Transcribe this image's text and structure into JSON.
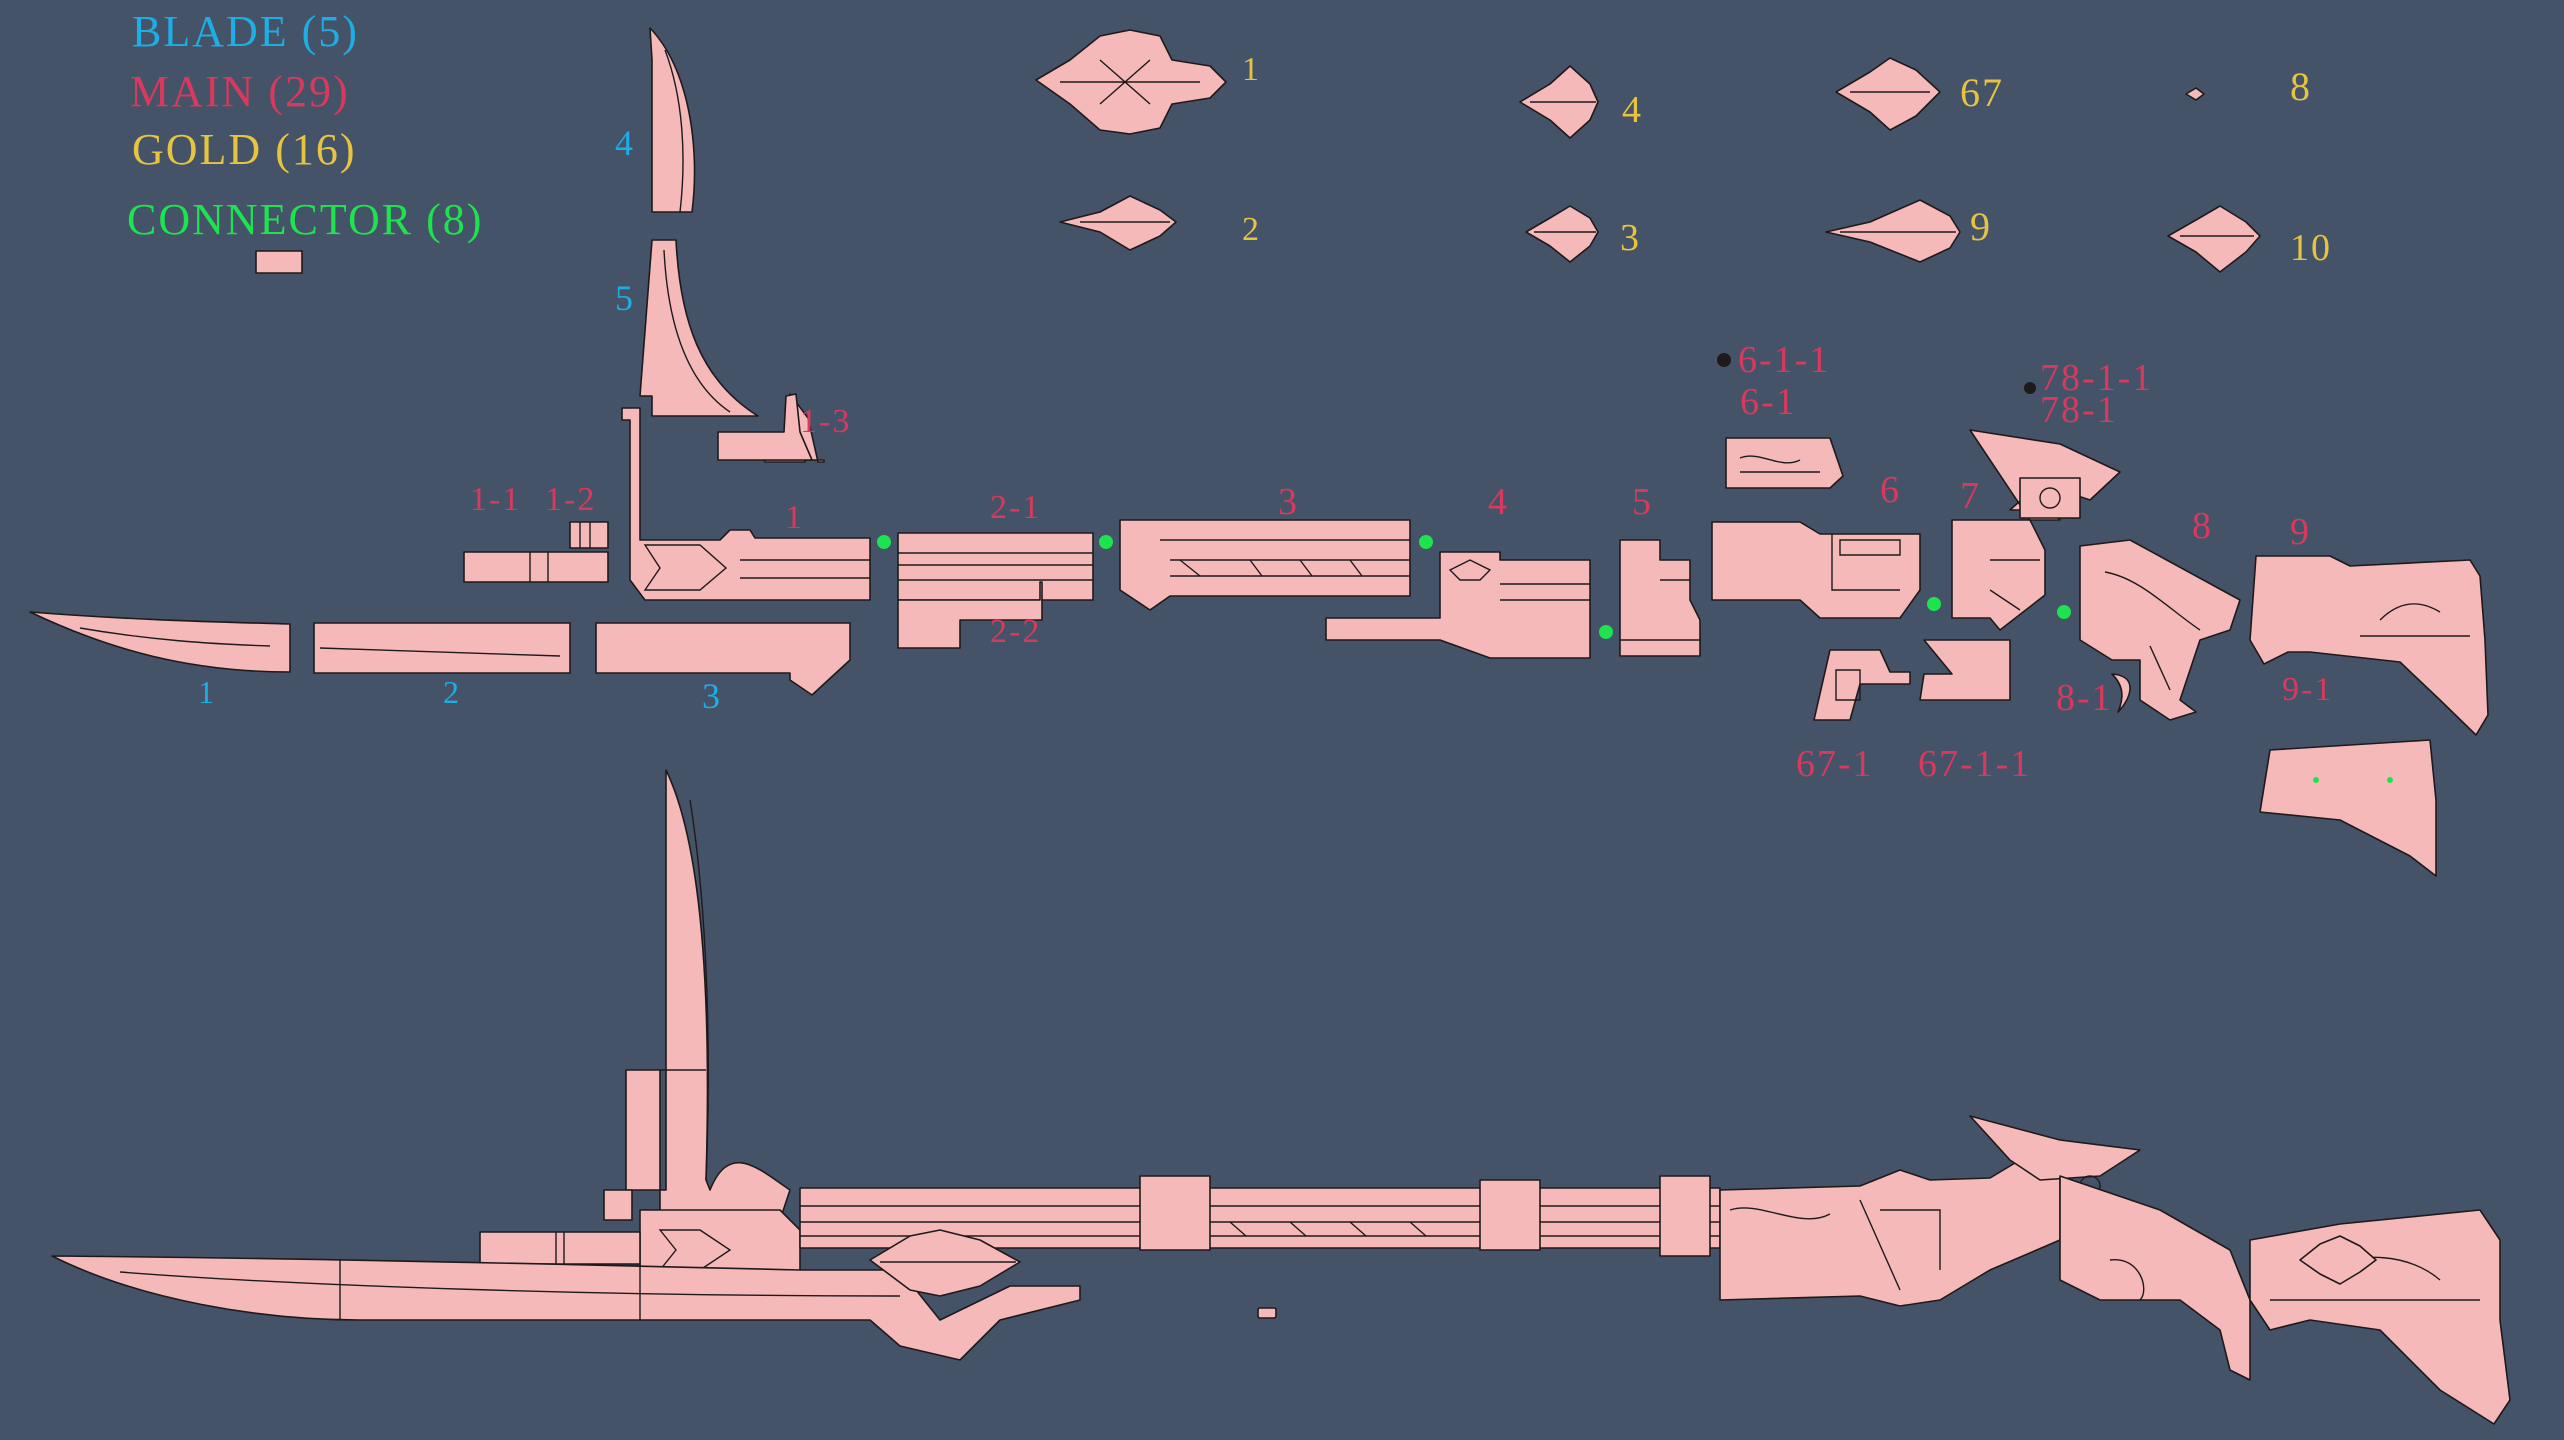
{
  "legend": [
    {
      "key": "blade",
      "text": "BLADE (5)",
      "color": "#1eaee6"
    },
    {
      "key": "main",
      "text": "MAIN (29)",
      "color": "#d8395e"
    },
    {
      "key": "gold",
      "text": "GOLD (16)",
      "color": "#e6c441"
    },
    {
      "key": "connector",
      "text": "CONNECTOR (8)",
      "color": "#1ee34f"
    }
  ],
  "colors": {
    "background": "#445367",
    "part": "#f6b9b9",
    "outline": "#1e1a1c"
  },
  "blade_labels": [
    "1",
    "2",
    "3",
    "4",
    "5"
  ],
  "main_labels": [
    "1-1",
    "1-2",
    "1-3",
    "1",
    "2-1",
    "2-2",
    "3",
    "4",
    "5",
    "6",
    "6-1",
    "6-1-1",
    "7",
    "78-1",
    "78-1-1",
    "8",
    "8-1",
    "9",
    "9-1",
    "67-1",
    "67-1-1"
  ],
  "gold_labels": [
    "1",
    "2",
    "3",
    "4",
    "67",
    "9",
    "8",
    "10"
  ]
}
